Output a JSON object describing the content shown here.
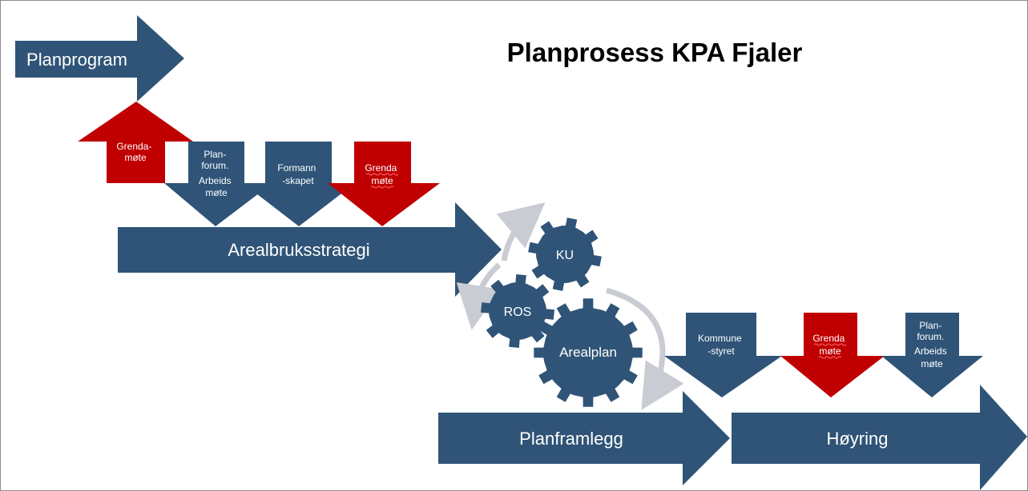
{
  "title": "Planprosess KPA Fjaler",
  "colors": {
    "navy": "#2f5477",
    "red": "#c00000",
    "gray_arrow": "#c9ccd2",
    "white": "#ffffff"
  },
  "phases": {
    "planprogram": "Planprogram",
    "arealbruksstrategi": "Arealbruksstrategi",
    "planframlegg": "Planframlegg",
    "hoyring": "Høyring"
  },
  "top_steps": {
    "grendamote_up": [
      "Grenda-",
      "møte"
    ],
    "planforum": [
      "Plan-",
      "forum.",
      "Arbeids",
      "møte"
    ],
    "formannskapet": [
      "Formann",
      "-skapet"
    ],
    "grendamote_down": [
      "Grenda",
      "møte"
    ]
  },
  "gears": {
    "ku": "KU",
    "ros": "ROS",
    "arealplan": "Arealplan"
  },
  "bottom_steps": {
    "kommunestyret": [
      "Kommune",
      "-styret"
    ],
    "grendamote": [
      "Grenda",
      "møte"
    ],
    "planforum": [
      "Plan-",
      "forum.",
      "Arbeids",
      "møte"
    ]
  }
}
